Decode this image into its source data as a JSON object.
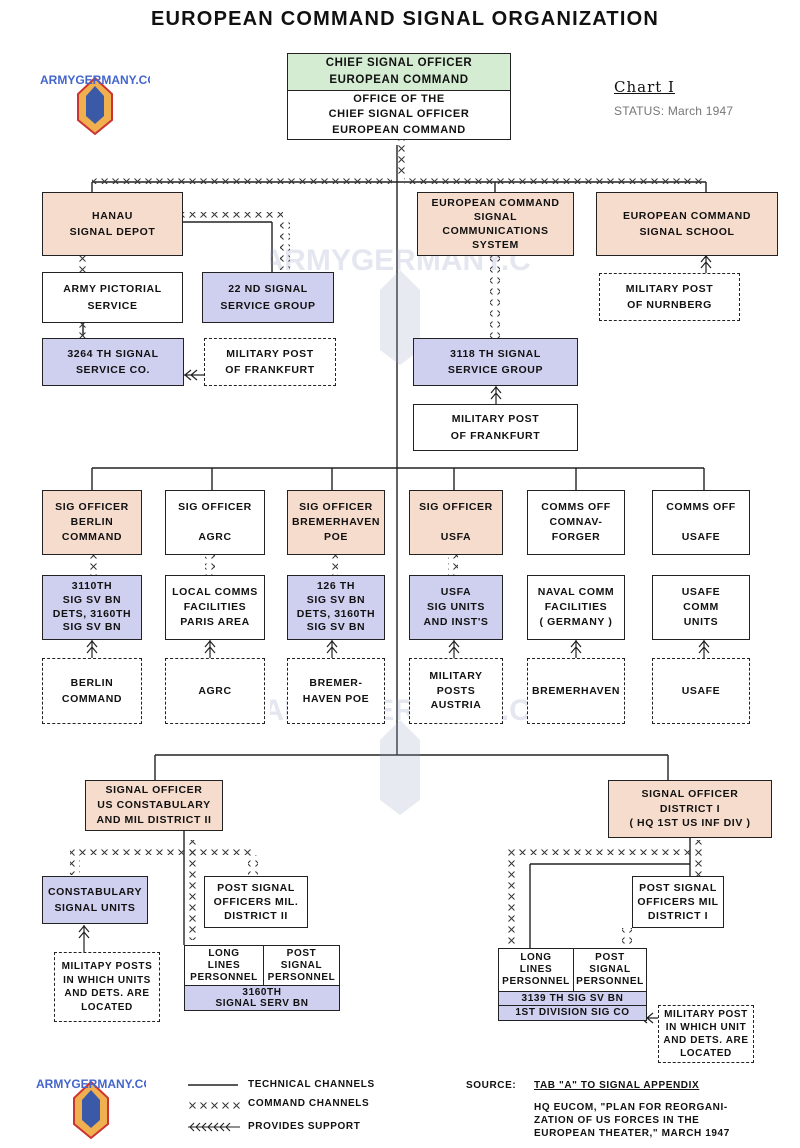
{
  "title": "EUROPEAN COMMAND SIGNAL ORGANIZATION",
  "chart_label": "Chart I",
  "status": "STATUS: March 1947",
  "brand": "USARMYGERMANY.COM",
  "nodes": {
    "cso_top": "CHIEF SIGNAL OFFICER\nEUROPEAN COMMAND",
    "cso_bottom": "OFFICE OF THE\nCHIEF SIGNAL OFFICER\nEUROPEAN COMMAND",
    "hanau": "HANAU\nSIGNAL DEPOT",
    "escs": "EUROPEAN COMMAND\nSIGNAL\nCOMMUNICATIONS\nSYSTEM",
    "school": "EUROPEAN COMMAND\nSIGNAL SCHOOL",
    "aps": "ARMY PICTORIAL\nSERVICE",
    "sg22": "22 ND SIGNAL\nSERVICE GROUP",
    "mp_nurnberg": "MILITARY POST\nOF NURNBERG",
    "sc3264": "3264 TH SIGNAL\nSERVICE CO.",
    "mp_frankfurt1": "MILITARY POST\nOF FRANKFURT",
    "sg3118": "3118 TH SIGNAL\nSERVICE GROUP",
    "mp_frankfurt2": "MILITARY POST\nOF FRANKFURT",
    "so_berlin": "SIG OFFICER\nBERLIN\nCOMMAND",
    "so_agrc": "SIG OFFICER\n\nAGRC",
    "so_bremerhaven": "SIG OFFICER\nBREMERHAVEN\nPOE",
    "so_usfa": "SIG OFFICER\n\nUSFA",
    "comms_navforger": "COMMS OFF\nCOMNAV-\nFORGER",
    "comms_usafe": "COMMS OFF\n\nUSAFE",
    "bn3110": "3110TH\nSIG SV BN\nDETS, 3160TH\nSIG SV BN",
    "local_comms": "LOCAL COMMS\nFACILITIES\nPARIS AREA",
    "bn126": "126 TH\nSIG SV BN\nDETS, 3160TH\nSIG SV BN",
    "usfa_units": "USFA\nSIG UNITS\nAND INST'S",
    "naval_comm": "NAVAL COMM\nFACILITIES\n( GERMANY )",
    "usafe_units": "USAFE\nCOMM\nUNITS",
    "berlin_cmd": "BERLIN\nCOMMAND",
    "agrc": "AGRC",
    "bremerhaven_poe": "BREMER-\nHAVEN POE",
    "mp_austria": "MILITARY\nPOSTS\nAUSTRIA",
    "bremerhaven": "BREMERHAVEN",
    "usafe": "USAFE",
    "so_constab": "SIGNAL OFFICER\nUS CONSTABULARY\nAND MIL DISTRICT II",
    "so_district1": "SIGNAL OFFICER\nDISTRICT I\n( HQ 1ST US INF DIV )",
    "constab_units": "CONSTABULARY\nSIGNAL UNITS",
    "pso_d2": "POST SIGNAL\nOFFICERS MIL.\nDISTRICT II",
    "pso_d1": "POST SIGNAL\nOFFICERS MIL\nDISTRICT I",
    "mp_constab": "MILITAPY POSTS\nIN WHICH UNITS\nAND DETS. ARE\nLOCATED",
    "llp_a": "LONG\nLINES\nPERSONNEL",
    "psp_a": "POST\nSIGNAL\nPERSONNEL",
    "bn3160": "3160TH\nSIGNAL SERV BN",
    "llp_b": "LONG\nLINES\nPERSONNEL",
    "psp_b": "POST\nSIGNAL\nPERSONNEL",
    "bn3139": "3139 TH SIG SV BN",
    "div_sig": "1ST DIVISION SIG CO",
    "mp_d1": "MILITARY POST\nIN WHICH UNIT\nAND DETS. ARE\nLOCATED"
  },
  "legend": {
    "technical": "TECHNICAL CHANNELS",
    "command": "COMMAND CHANNELS",
    "support": "PROVIDES SUPPORT"
  },
  "source": {
    "label": "SOURCE:",
    "line1": "TAB \"A\" TO SIGNAL APPENDIX",
    "line2": "HQ EUCOM, \"PLAN FOR REORGANI-",
    "line3": "ZATION OF US FORCES IN THE",
    "line4": "EUROPEAN THEATER,\" MARCH 1947"
  },
  "colors": {
    "staff": "#d4ecd2",
    "office": "#f6dccd",
    "unit": "#cfcff0"
  }
}
